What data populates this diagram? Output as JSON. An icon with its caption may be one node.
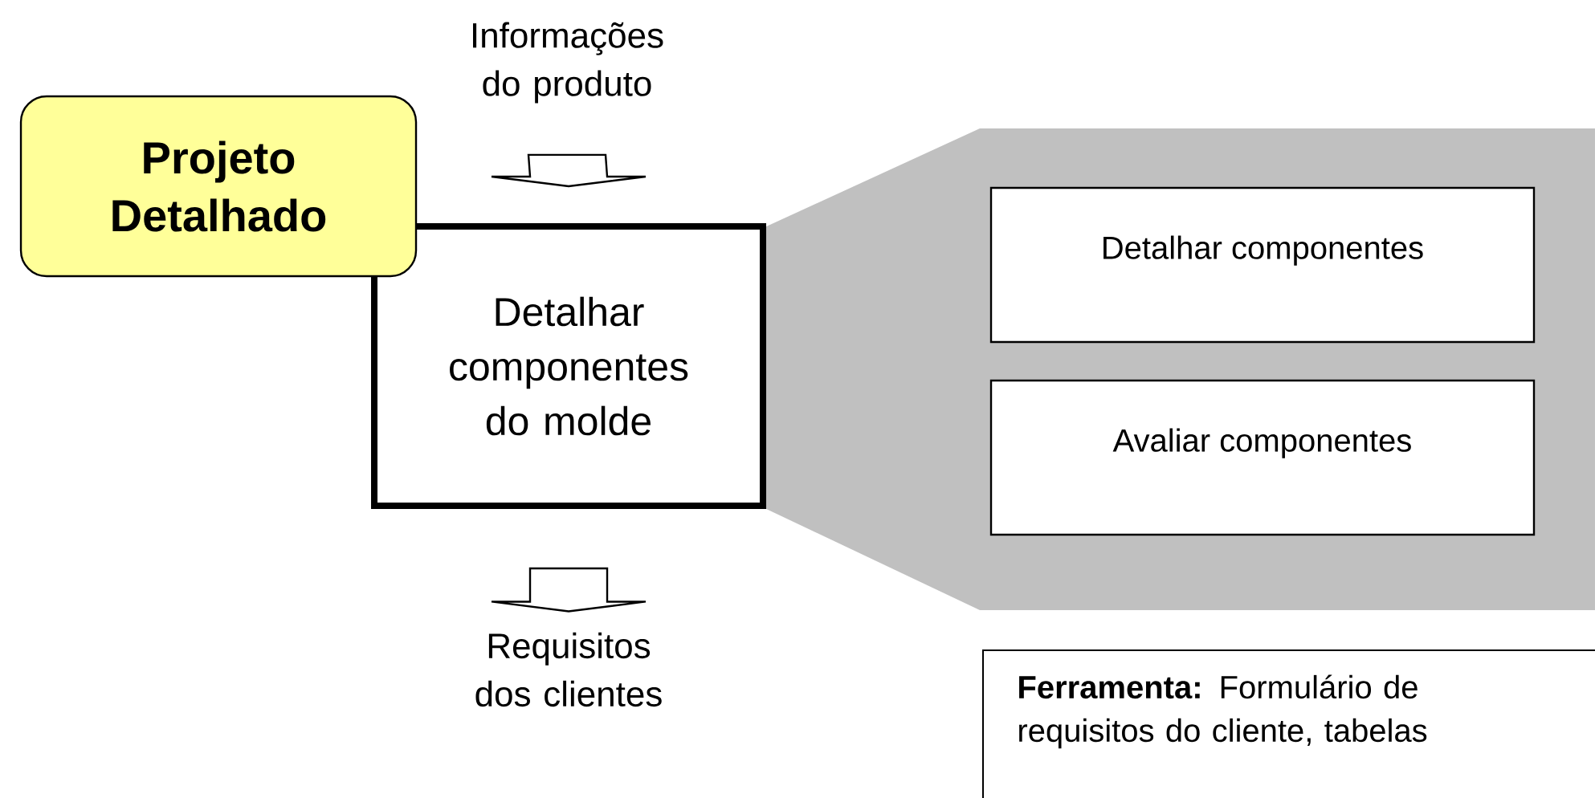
{
  "diagram": {
    "nodes": [
      {
        "text": [
          "Projeto Detalhado"
        ]
      },
      {
        "text": [
          "Informações do produto"
        ]
      },
      {
        "text": [
          "Detalhar componentes do molde"
        ]
      },
      {
        "text": [],
        "shape": "box"
      },
      {
        "text": [
          "Detalhar componentes"
        ],
        "in": 3
      },
      {
        "text": [
          "Avaliar componentes"
        ],
        "in": 3
      },
      {
        "text": [
          "Requisitos dos clientes"
        ]
      },
      {
        "text": [
          "**Ferramenta:** Formulário de requisitos do cliente, tabelas"
        ]
      }
    ],
    "edges": [
      {
        "from": 1,
        "to": 2,
        "arrow": "to"
      },
      {
        "from": 2,
        "to": 6,
        "arrow": "to"
      }
    ]
  }
}
